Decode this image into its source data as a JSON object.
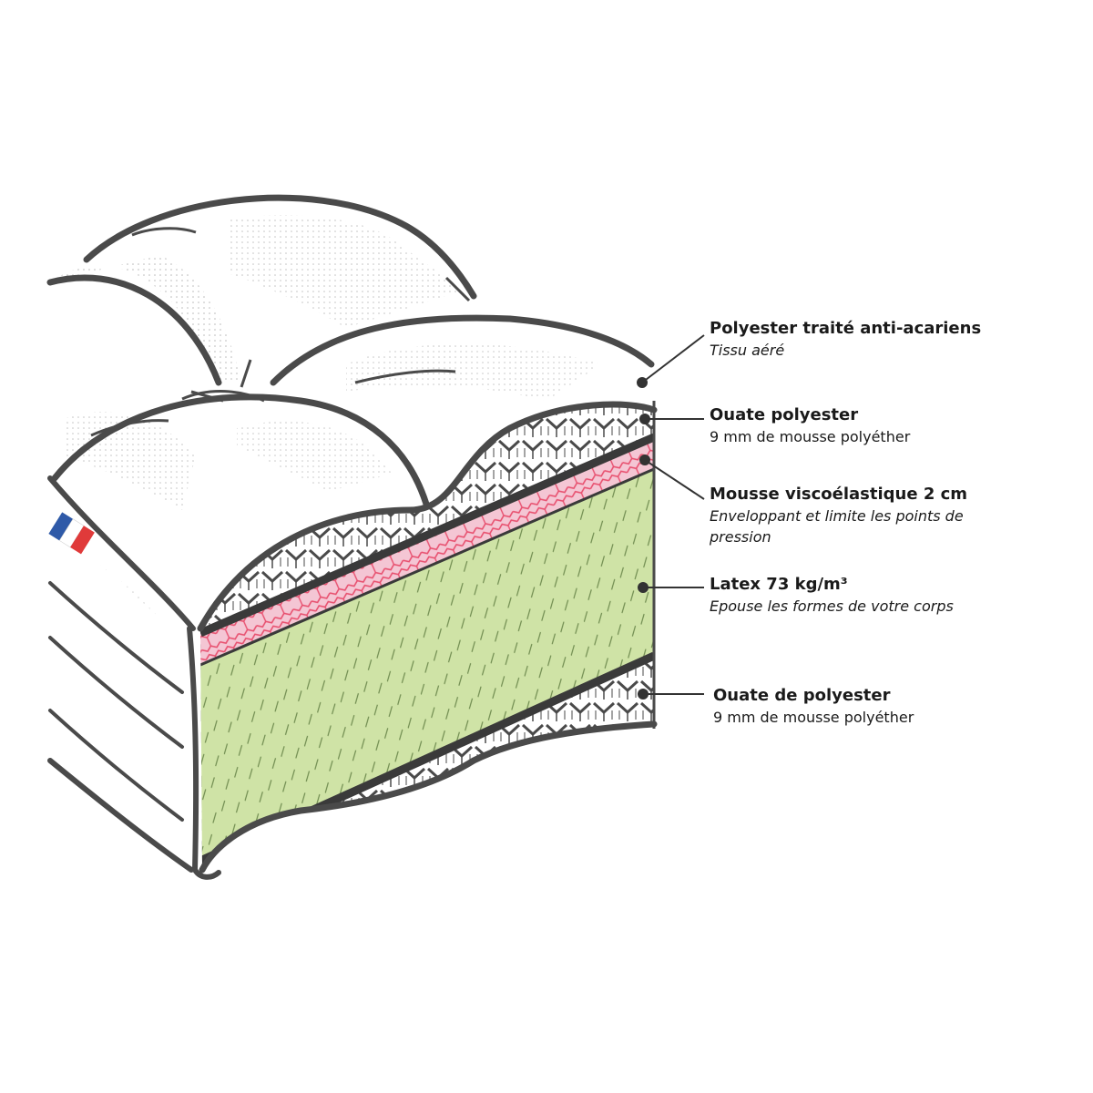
{
  "colors": {
    "outline": "#4a4a4a",
    "latex_green": "#cfe3a6",
    "viscoelastic_pink": "#f4c6d4",
    "pink_pattern": "#e8506f",
    "flag_blue": "#2f5aa8",
    "flag_red": "#e03a3a"
  },
  "icons": [
    "french-flag-tag-icon"
  ],
  "layers": [
    {
      "title": "Polyester traité anti-acariens",
      "description": "Tissu aéré",
      "description_italic": true
    },
    {
      "title": "Ouate polyester",
      "description": "9 mm de mousse polyéther",
      "description_italic": false
    },
    {
      "title": "Mousse viscoélastique 2 cm",
      "description": "Enveloppant et limite les points de pression",
      "description_italic": true
    },
    {
      "title": "Latex 73 kg/m³",
      "description": "Epouse les formes de votre corps",
      "description_italic": true
    },
    {
      "title": "Ouate de polyester",
      "description": "9 mm de mousse polyéther",
      "description_italic": false
    }
  ]
}
